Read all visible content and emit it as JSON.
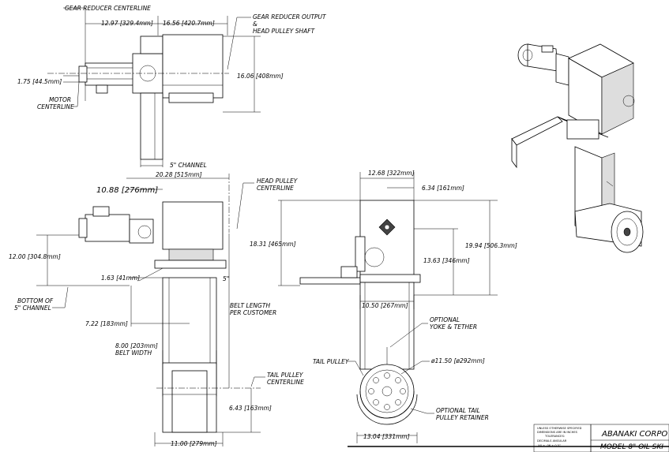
{
  "top_view": {
    "gear_reducer_centerline": "GEAR REDUCER CENTERLINE",
    "dim_left": "12.97 [329.4mm]",
    "dim_right": "16.56 [420.7mm]",
    "gear_output_line1": "GEAR REDUCER OUTPUT",
    "gear_output_line2": "&",
    "gear_output_line3": "HEAD PULLEY SHAFT",
    "dim_1_75": "1.75 [44.5mm]",
    "dim_16_06": "16.06 [408mm]",
    "motor_cl_line1": "MOTOR",
    "motor_cl_line2": "CENTERLINE",
    "channel": "5\" CHANNEL"
  },
  "side_view": {
    "dim_20_28": "20.28 [515mm]",
    "dim_10_88": "10.88 [276mm]",
    "head_pulley_line1": "HEAD PULLEY",
    "head_pulley_line2": "CENTERLINE",
    "dim_12_00": "12.00 [304.8mm]",
    "dim_1_63": "1.63 [41mm]",
    "dim_5": "5\"",
    "bottom_line1": "BOTTOM OF",
    "bottom_line2": "5\" CHANNEL",
    "dim_7_22": "7.22 [183mm]",
    "belt_length_line1": "BELT LENGTH",
    "belt_length_line2": "PER CUSTOMER",
    "dim_8_00": "8.00 [203mm]",
    "belt_width": "BELT WIDTH",
    "tail_pulley_line1": "TAIL PULLEY",
    "tail_pulley_line2": "CENTERLINE",
    "dim_6_43": "6.43 [163mm]",
    "dim_11_00": "11.00 [279mm]"
  },
  "front_view": {
    "dim_12_68": "12.68 [322mm]",
    "dim_6_34": "6.34 [161mm]",
    "dim_18_31": "18.31 [465mm]",
    "dim_19_94": "19.94 [506.3mm]",
    "dim_13_63": "13.63 [346mm]",
    "dim_10_50": "10.50 [267mm]",
    "optional_yoke_line1": "OPTIONAL",
    "optional_yoke_line2": "YOKE & TETHER",
    "tail_pulley": "TAIL PULLEY",
    "dim_11_50": "ø11.50 [ø292mm]",
    "optional_tail_line1": "OPTIONAL TAIL",
    "optional_tail_line2": "PULLEY RETAINER",
    "dim_13_04": "13.04 [331mm]"
  },
  "title_block": {
    "notes_line1": "UNLESS OTHERWISE SPECIFIED",
    "notes_line2": "DIMENSIONS ARE IN INCHES",
    "notes_line3": "TOLERANCES:",
    "notes_line4": "DECIMALS        ANGULAR",
    "notes_line5": ".XX ± .06          ± 0.5°",
    "company": "ABANAKI CORPO",
    "model": "MODEL 8\" OIL SKI"
  }
}
